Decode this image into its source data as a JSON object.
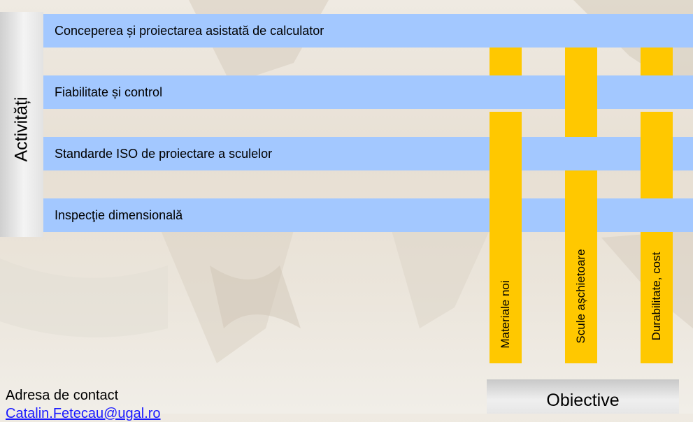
{
  "activities": {
    "label": "Activități",
    "items": [
      {
        "label": "Conceperea și proiectarea asistată de calculator"
      },
      {
        "label": "Fiabilitate și control"
      },
      {
        "label": "Standarde ISO de proiectare a sculelor"
      },
      {
        "label": "Inspecţie dimensională"
      }
    ]
  },
  "objectives": {
    "label": "Obiective",
    "items": [
      {
        "label": "Materiale noi"
      },
      {
        "label": "Scule așchietoare"
      },
      {
        "label": "Durabilitate, cost"
      }
    ]
  },
  "contact": {
    "title": "Adresa de contact",
    "email": "Catalin.Fetecau@ugal.ro"
  },
  "colors": {
    "activity_band": "#a3c8ff",
    "objective_band": "#ffc800",
    "email_link": "#1a1aff"
  }
}
